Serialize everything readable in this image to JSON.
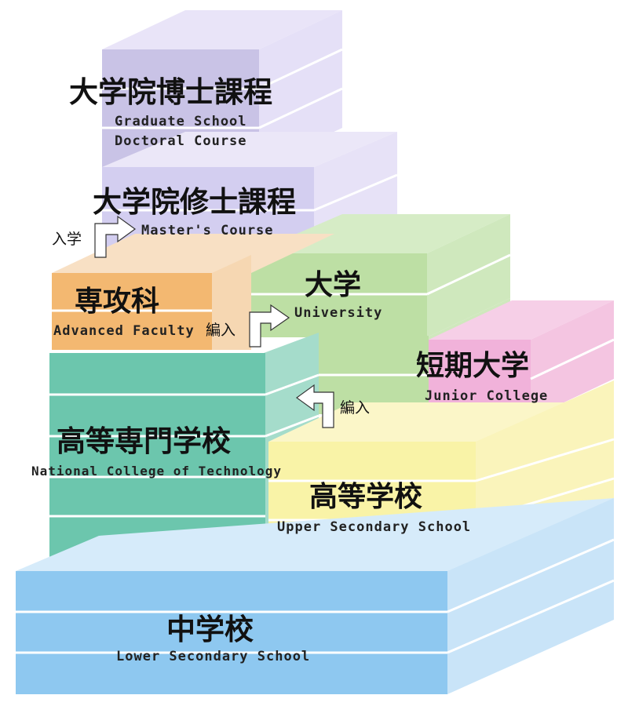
{
  "colors": {
    "doctoral": "#c9c3e6",
    "masters": "#d3cef0",
    "advanced": "#f3b871",
    "university": "#bddfa4",
    "kosen": "#6cc6ad",
    "junior_college": "#f1b2da",
    "high_school": "#f9f3a7",
    "middle_school": "#8ec8f0"
  },
  "levels": {
    "doctoral": {
      "jp": "大学院博士課程",
      "en_line1": "Graduate School",
      "en_line2": "Doctoral Course"
    },
    "masters": {
      "jp": "大学院修士課程",
      "en": "Master's Course"
    },
    "advanced": {
      "jp": "専攻科",
      "en": "Advanced Faculty"
    },
    "university": {
      "jp": "大学",
      "en": "University"
    },
    "junior_college": {
      "jp": "短期大学",
      "en": "Junior College"
    },
    "kosen": {
      "jp": "高等専門学校",
      "en": "National College of Technology"
    },
    "high_school": {
      "jp": "高等学校",
      "en": "Upper Secondary School"
    },
    "middle_school": {
      "jp": "中学校",
      "en": "Lower Secondary School"
    }
  },
  "arrows": {
    "enter_masters": "入学",
    "transfer_university": "編入",
    "transfer_from_jc": "編入"
  }
}
